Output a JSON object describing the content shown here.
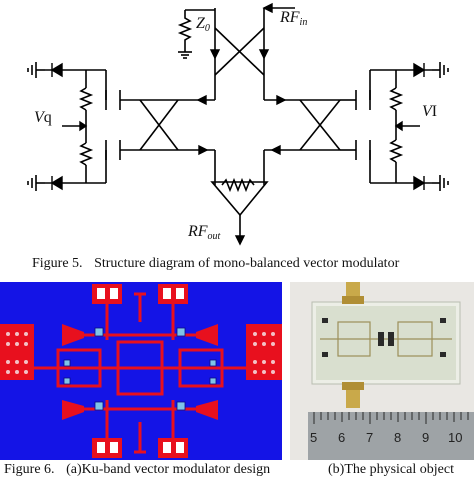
{
  "figure5": {
    "caption_number": "Figure 5.",
    "caption_text": "Structure diagram of mono-balanced vector modulator",
    "labels": {
      "z0_main": "Z",
      "z0_sub": "0",
      "rfin_main": "RF",
      "rfin_sub": "in",
      "rfout_main": "RF",
      "rfout_sub": "out",
      "vq_main": "V",
      "vq_sub": "q",
      "vi_main": "V",
      "vi_sub": "I"
    }
  },
  "figure6": {
    "caption_number": "Figure 6.",
    "caption_a": "(a)Ku-band vector modulator design",
    "caption_b": "(b)The physical object",
    "ruler_numbers": [
      "5",
      "6",
      "7",
      "8",
      "9",
      "10"
    ]
  },
  "colors": {
    "layout_background": "#1414e6",
    "trace_red": "#e8101e",
    "pad_white": "#ffffff",
    "photo_background": "#e9e7e3",
    "ruler": "#9ea3a6"
  }
}
